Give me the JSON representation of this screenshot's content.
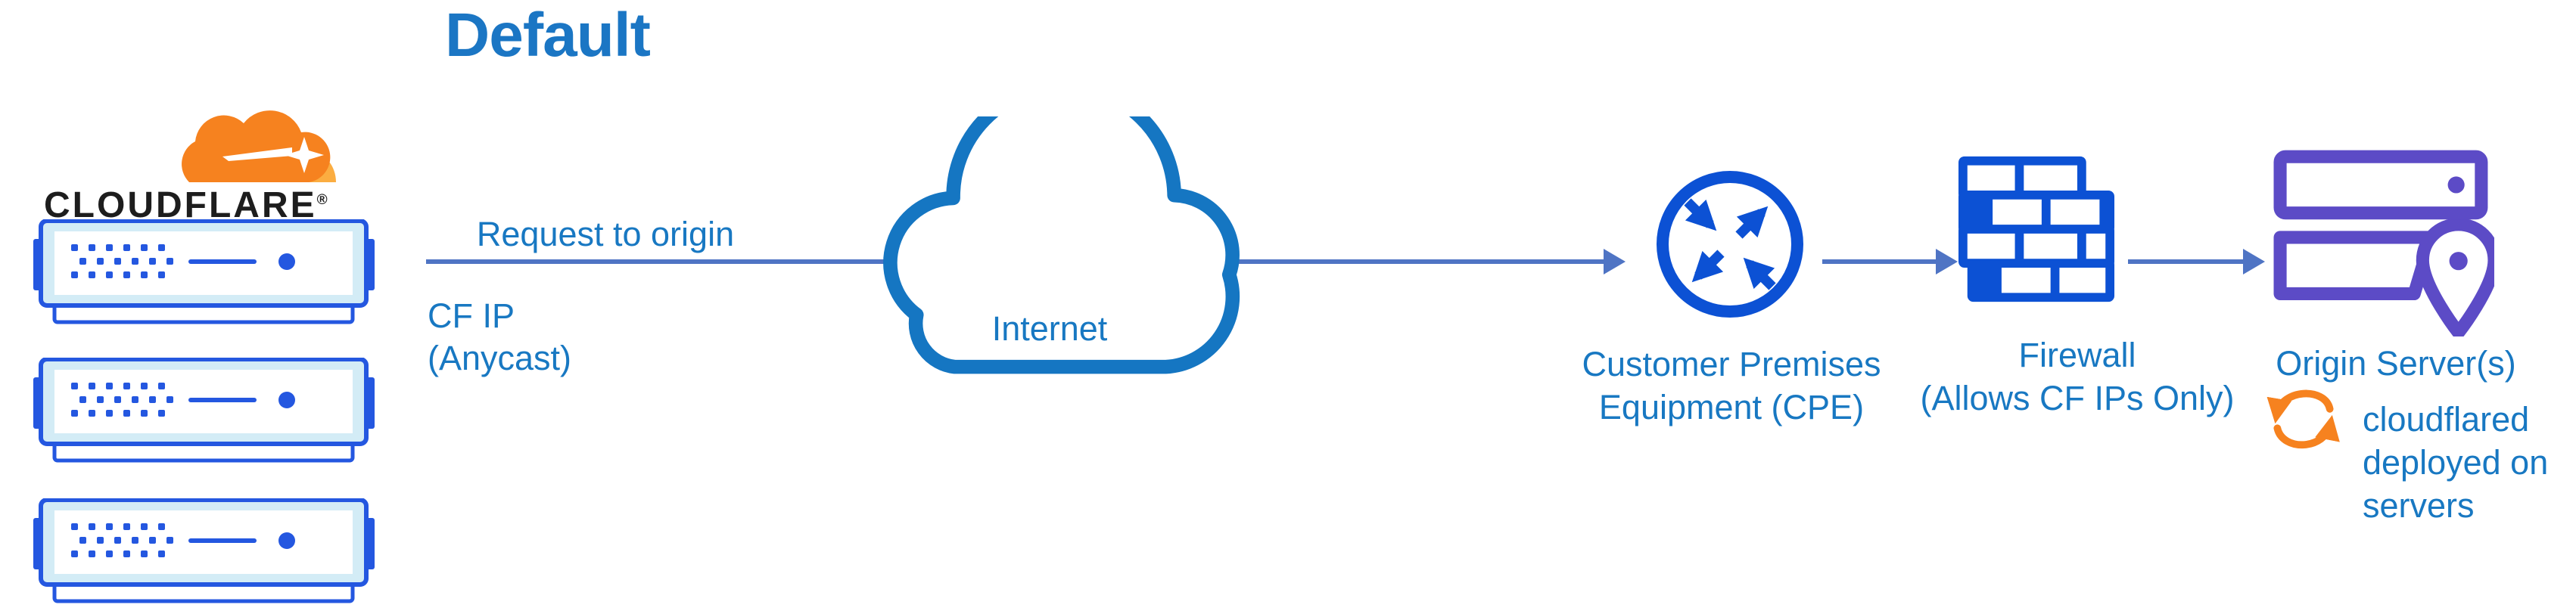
{
  "title": "Default",
  "brand": {
    "wordmark": "CLOUDFLARE",
    "registered": "®"
  },
  "edge": {
    "request_to_origin": "Request to origin",
    "cf_ip": "CF IP",
    "cf_ip_anycast": "(Anycast)"
  },
  "nodes": {
    "internet": {
      "label": "Internet"
    },
    "cpe": {
      "line1": "Customer Premises",
      "line2": "Equipment (CPE)"
    },
    "firewall": {
      "line1": "Firewall",
      "line2": "(Allows CF IPs Only)"
    },
    "origin": {
      "label": "Origin Server(s)"
    },
    "cloudflared": {
      "line1": "cloudflared",
      "line2": "deployed on",
      "line3": "servers"
    }
  },
  "icons": {
    "cloudflare_logo": "two-tone orange cloud with white flare",
    "cloudflare_server": "blue rack server with dotted front panel",
    "internet_cloud": "blue cloud outline",
    "cpe_router": "circle with four diagonal arrows",
    "firewall": "blue brick wall",
    "origin_servers": "purple stacked servers with location pin",
    "cloudflared_sync": "orange circular sync arrows"
  },
  "colors": {
    "text_blue": "#1878c2",
    "title_blue": "#1b76c4",
    "icon_blue": "#0c51d4",
    "arrow_blue": "#4f74c4",
    "cloud_stroke": "#1576c2",
    "server_border": "#2457e0",
    "server_fill": "#d3ecf6",
    "purple": "#5c4bc6",
    "orange": "#f6821f",
    "orange_light": "#fbad41",
    "wordmark_black": "#1d1d1d",
    "bg": "#ffffff"
  }
}
